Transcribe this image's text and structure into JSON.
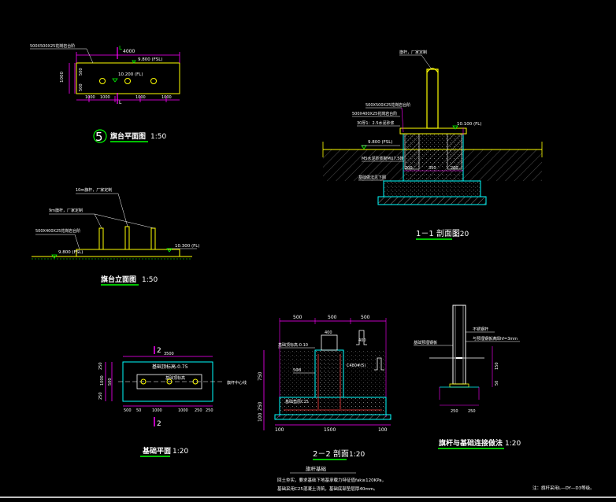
{
  "colors": {
    "background": "#000000",
    "yellow": "#ffff00",
    "cyan": "#00ffff",
    "magenta": "#ff00ff",
    "green": "#00ff00",
    "white": "#ffffff",
    "gray": "#9a9a9a"
  },
  "plan_view": {
    "callout_material": "500X500X25花岗岩台阶",
    "section_mark": "1",
    "width_dim": "4000",
    "level_fsl": "9.800 (FSL)",
    "level_fl": "10.200 (FL)",
    "height_dim": "1000",
    "height_sub_a": "500",
    "height_sub_b": "500",
    "bottom_dims": [
      "1000",
      "1000",
      "1000",
      "1000"
    ],
    "section_mark_bottom": "L",
    "section_mark_top": "L",
    "number": "5",
    "title": "旗台平面图",
    "scale": "1:50"
  },
  "elevation_view": {
    "callout_pole1": "10m旗杆，厂家定制",
    "callout_pole2": "9m旗杆，厂家定制",
    "callout_stone": "500X400X25花岗岩台阶",
    "level_fl": "10.300 (FL)",
    "level_fsl": "9.800 (FSL)",
    "title": "旗台立面图",
    "scale": "1:50"
  },
  "section_11": {
    "callout_pole": "旗杆，厂家定制",
    "callout_stone1": "500X500X25花岗岩台阶",
    "callout_stone2": "500X400X25花岗岩台阶",
    "callout_mortar": "30厚1：2.5水泥砂浆",
    "level_fl": "10.100 (FL)",
    "level_fsl": "9.800 (FSL)",
    "callout_brick": "M5水泥砂浆砌MU7.5砖",
    "callout_base": "基础做法见下图",
    "dims": [
      "200",
      "350",
      "200"
    ],
    "title": "1－1 剖面图",
    "scale": "1:20"
  },
  "foundation_plan": {
    "section_mark": "2",
    "width_dim": "3500",
    "label_top": "基础顶标高-0.75",
    "label_mid": "基础顶标高",
    "label_axis": "旗杆中心线",
    "height_dims": [
      "250",
      "500",
      "250"
    ],
    "total_height": "1000",
    "bottom_dims": [
      "500",
      "50",
      "1000",
      "1000",
      "250",
      "250"
    ],
    "title": "基础平面",
    "scale": "1:20"
  },
  "section_22": {
    "top_dims": [
      "500",
      "500",
      "500"
    ],
    "label_level": "基础顶标高-0.10",
    "label_upper": "400",
    "label_rebar": "5Φ8",
    "label_c": "C480#(5)",
    "label_ring": "400",
    "label_bottom": "基础垫层C15",
    "height_dims": [
      "750",
      "250",
      "100"
    ],
    "bottom_dims": [
      "100",
      "1500",
      "100"
    ],
    "title": "2－2 剖面",
    "scale": "1:20"
  },
  "connection": {
    "label_base": "基础预埋钢板",
    "label_pole": "不锈钢杆",
    "label_bolt": "与预埋钢板满焊hf=3mm",
    "height_dim": "150",
    "side_dim": "50",
    "bottom_dims": [
      "250",
      "250"
    ],
    "title": "旗杆与基础连接做法",
    "scale": "1:20"
  },
  "notes": {
    "heading": "旗杆基础",
    "line1": "回土夯实，要求基础下地基承载力特征值fak≥120KPa，",
    "line2": "基础采用C25混凝土浇筑，基础底部垫层厚40mm。",
    "right_note": "注：旗杆采用L—DY—D3等级。"
  }
}
